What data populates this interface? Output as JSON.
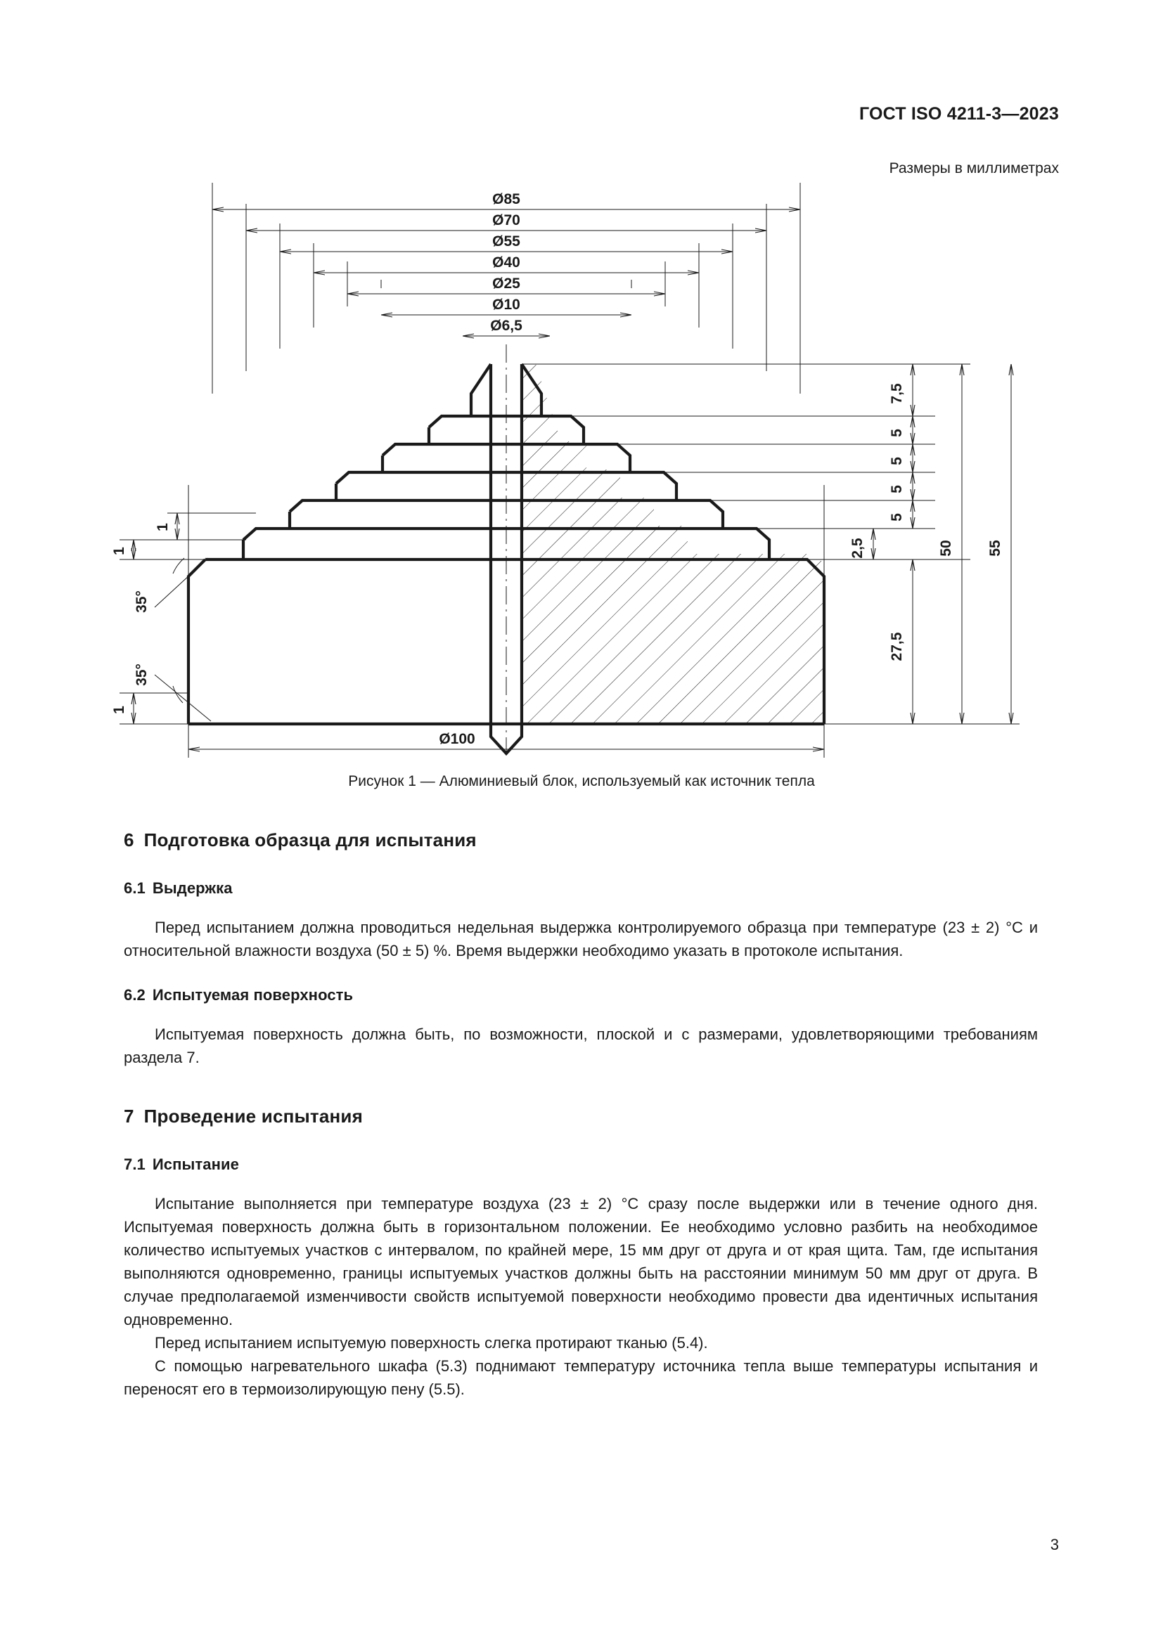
{
  "header": {
    "standard_id": "ГОСТ ISO 4211-3—2023",
    "units_note": "Размеры в миллиметрах"
  },
  "figure": {
    "caption": "Рисунок 1 — Алюминиевый блок, используемый как источник тепла",
    "diameters": [
      {
        "id": "d85",
        "label": "Ø85"
      },
      {
        "id": "d70",
        "label": "Ø70"
      },
      {
        "id": "d55",
        "label": "Ø55"
      },
      {
        "id": "d40",
        "label": "Ø40"
      },
      {
        "id": "d25",
        "label": "Ø25"
      },
      {
        "id": "d10",
        "label": "Ø10"
      },
      {
        "id": "d65",
        "label": "Ø6,5"
      },
      {
        "id": "d100",
        "label": "Ø100"
      }
    ],
    "heights_right": [
      {
        "id": "h75",
        "label": "7,5"
      },
      {
        "id": "h5a",
        "label": "5"
      },
      {
        "id": "h5b",
        "label": "5"
      },
      {
        "id": "h5c",
        "label": "5"
      },
      {
        "id": "h5d",
        "label": "5"
      },
      {
        "id": "h25",
        "label": "2,5"
      },
      {
        "id": "h275",
        "label": "27,5"
      },
      {
        "id": "h50",
        "label": "50"
      },
      {
        "id": "h55",
        "label": "55"
      }
    ],
    "left_annotations": [
      {
        "id": "t1a",
        "label": "1"
      },
      {
        "id": "t1b",
        "label": "1"
      },
      {
        "id": "a35a",
        "label": "35°"
      },
      {
        "id": "t1c",
        "label": "1"
      },
      {
        "id": "a35b",
        "label": "35°"
      }
    ]
  },
  "sections": [
    {
      "id": "sec6",
      "number": "6",
      "title": "Подготовка образца для испытания",
      "subsections": [
        {
          "id": "sec6_1",
          "number": "6.1",
          "title": "Выдержка",
          "paragraphs": [
            "Перед испытанием должна проводиться недельная выдержка контролируемого образца при температуре (23 ± 2) °C и относительной влажности воздуха (50 ± 5) %. Время выдержки необходимо указать в протоколе испытания."
          ]
        },
        {
          "id": "sec6_2",
          "number": "6.2",
          "title": "Испытуемая поверхность",
          "paragraphs": [
            "Испытуемая поверхность должна быть, по возможности, плоской и с размерами, удовлетворяющими требованиям раздела 7."
          ]
        }
      ]
    },
    {
      "id": "sec7",
      "number": "7",
      "title": "Проведение испытания",
      "subsections": [
        {
          "id": "sec7_1",
          "number": "7.1",
          "title": "Испытание",
          "paragraphs": [
            "Испытание выполняется при температуре воздуха (23 ± 2) °C сразу после выдержки или в течение одного дня. Испытуемая поверхность должна быть в горизонтальном положении. Ее необходимо условно разбить на необходимое количество испытуемых участков с интервалом, по крайней мере, 15 мм друг от друга и от края щита. Там, где испытания выполняются одновременно, границы испытуемых участков должны быть на расстоянии минимум 50 мм друг от друга. В случае предполагаемой изменчивости свойств испытуемой поверхности необходимо провести два идентичных испытания одновременно.",
            "Перед испытанием испытуемую поверхность слегка протирают тканью (5.4).",
            "С помощью нагревательного шкафа (5.3) поднимают температуру источника тепла выше температуры испытания и переносят его в термоизолирующую пену (5.5)."
          ]
        }
      ]
    }
  ],
  "footer": {
    "page_number": "3"
  }
}
